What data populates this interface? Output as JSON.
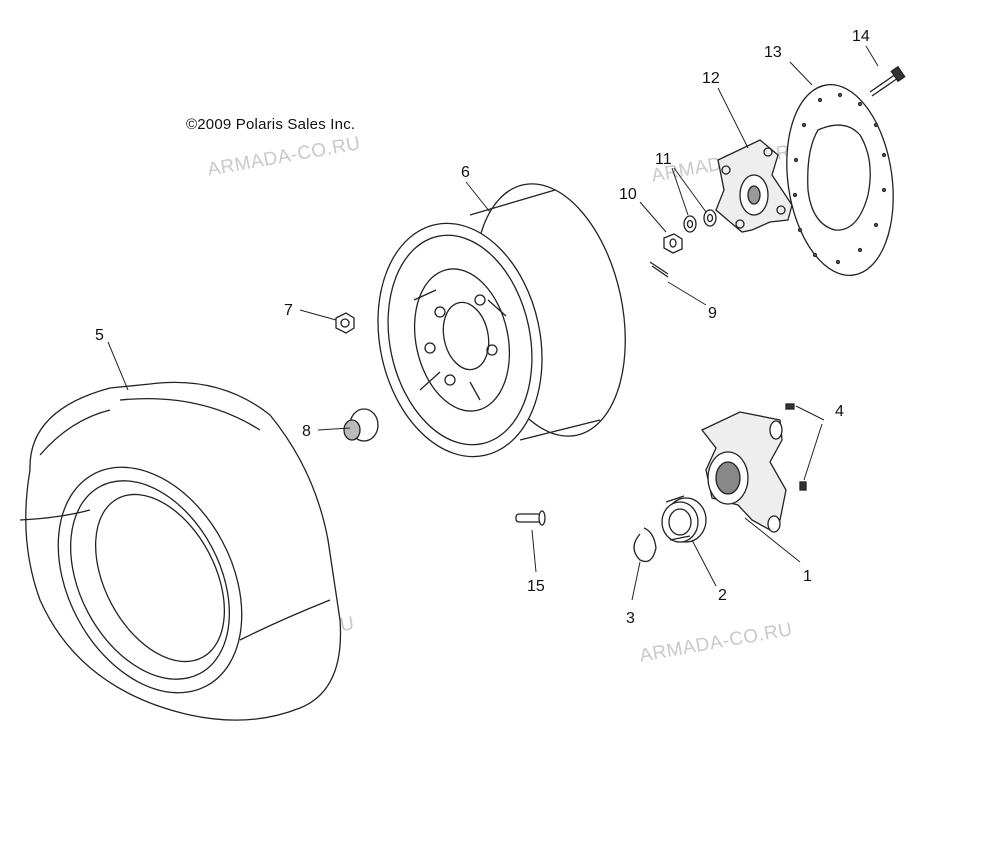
{
  "copyright": "©2009 Polaris Sales Inc.",
  "watermark": "ARMADA-CO.RU",
  "callouts": [
    "1",
    "2",
    "3",
    "4",
    "5",
    "6",
    "7",
    "8",
    "9",
    "10",
    "11",
    "12",
    "13",
    "14",
    "15"
  ],
  "parts": [
    {
      "callout": "1",
      "icon": "knuckle-icon"
    },
    {
      "callout": "2",
      "icon": "bearing-icon"
    },
    {
      "callout": "3",
      "icon": "retaining-ring-icon"
    },
    {
      "callout": "4",
      "icon": "grease-fitting-icon"
    },
    {
      "callout": "5",
      "icon": "tire-icon"
    },
    {
      "callout": "6",
      "icon": "wheel-rim-icon"
    },
    {
      "callout": "7",
      "icon": "lug-nut-icon"
    },
    {
      "callout": "8",
      "icon": "center-cap-icon"
    },
    {
      "callout": "9",
      "icon": "cotter-pin-icon"
    },
    {
      "callout": "10",
      "icon": "castle-nut-icon"
    },
    {
      "callout": "11",
      "icon": "washer-icon"
    },
    {
      "callout": "12",
      "icon": "hub-icon"
    },
    {
      "callout": "13",
      "icon": "brake-disc-icon"
    },
    {
      "callout": "14",
      "icon": "bolt-icon"
    },
    {
      "callout": "15",
      "icon": "pin-icon"
    }
  ]
}
